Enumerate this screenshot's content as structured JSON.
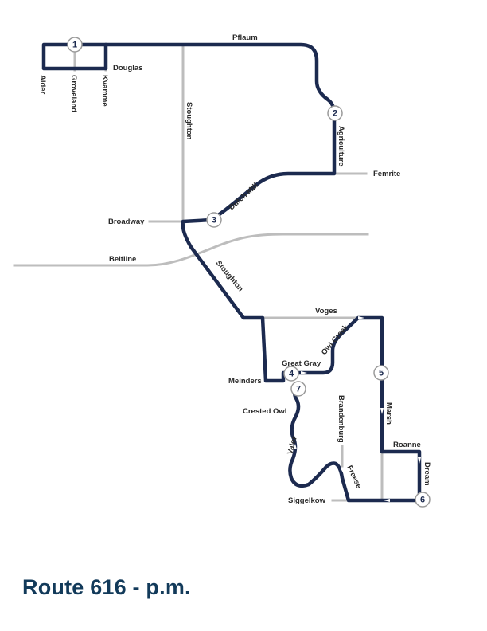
{
  "title": "Route 616 - p.m.",
  "colors": {
    "route": "#1c2a4f",
    "street": "#bdbdbd",
    "title": "#123a5a"
  },
  "streets": {
    "pflaum": "Pflaum",
    "douglas": "Douglas",
    "alder": "Alder",
    "groveland": "Groveland",
    "kvamme": "Kvamme",
    "stoughton_north": "Stoughton",
    "agriculture": "Agriculture",
    "femrite": "Femrite",
    "dutch_mill": "Dutch Mill",
    "broadway": "Broadway",
    "beltline": "Beltline",
    "stoughton_south": "Stoughton",
    "voges": "Voges",
    "owl_creek": "Owl Creek",
    "great_gray": "Great Gray",
    "meinders": "Meinders",
    "crested_owl": "Crested Owl",
    "brandenburg": "Brandenburg",
    "marsh": "Marsh",
    "roanne": "Roanne",
    "dream": "Dream",
    "valor": "Valor",
    "freese": "Freese",
    "siggelkow": "Siggelkow"
  },
  "stops": [
    "1",
    "2",
    "3",
    "4",
    "5",
    "6",
    "7"
  ]
}
